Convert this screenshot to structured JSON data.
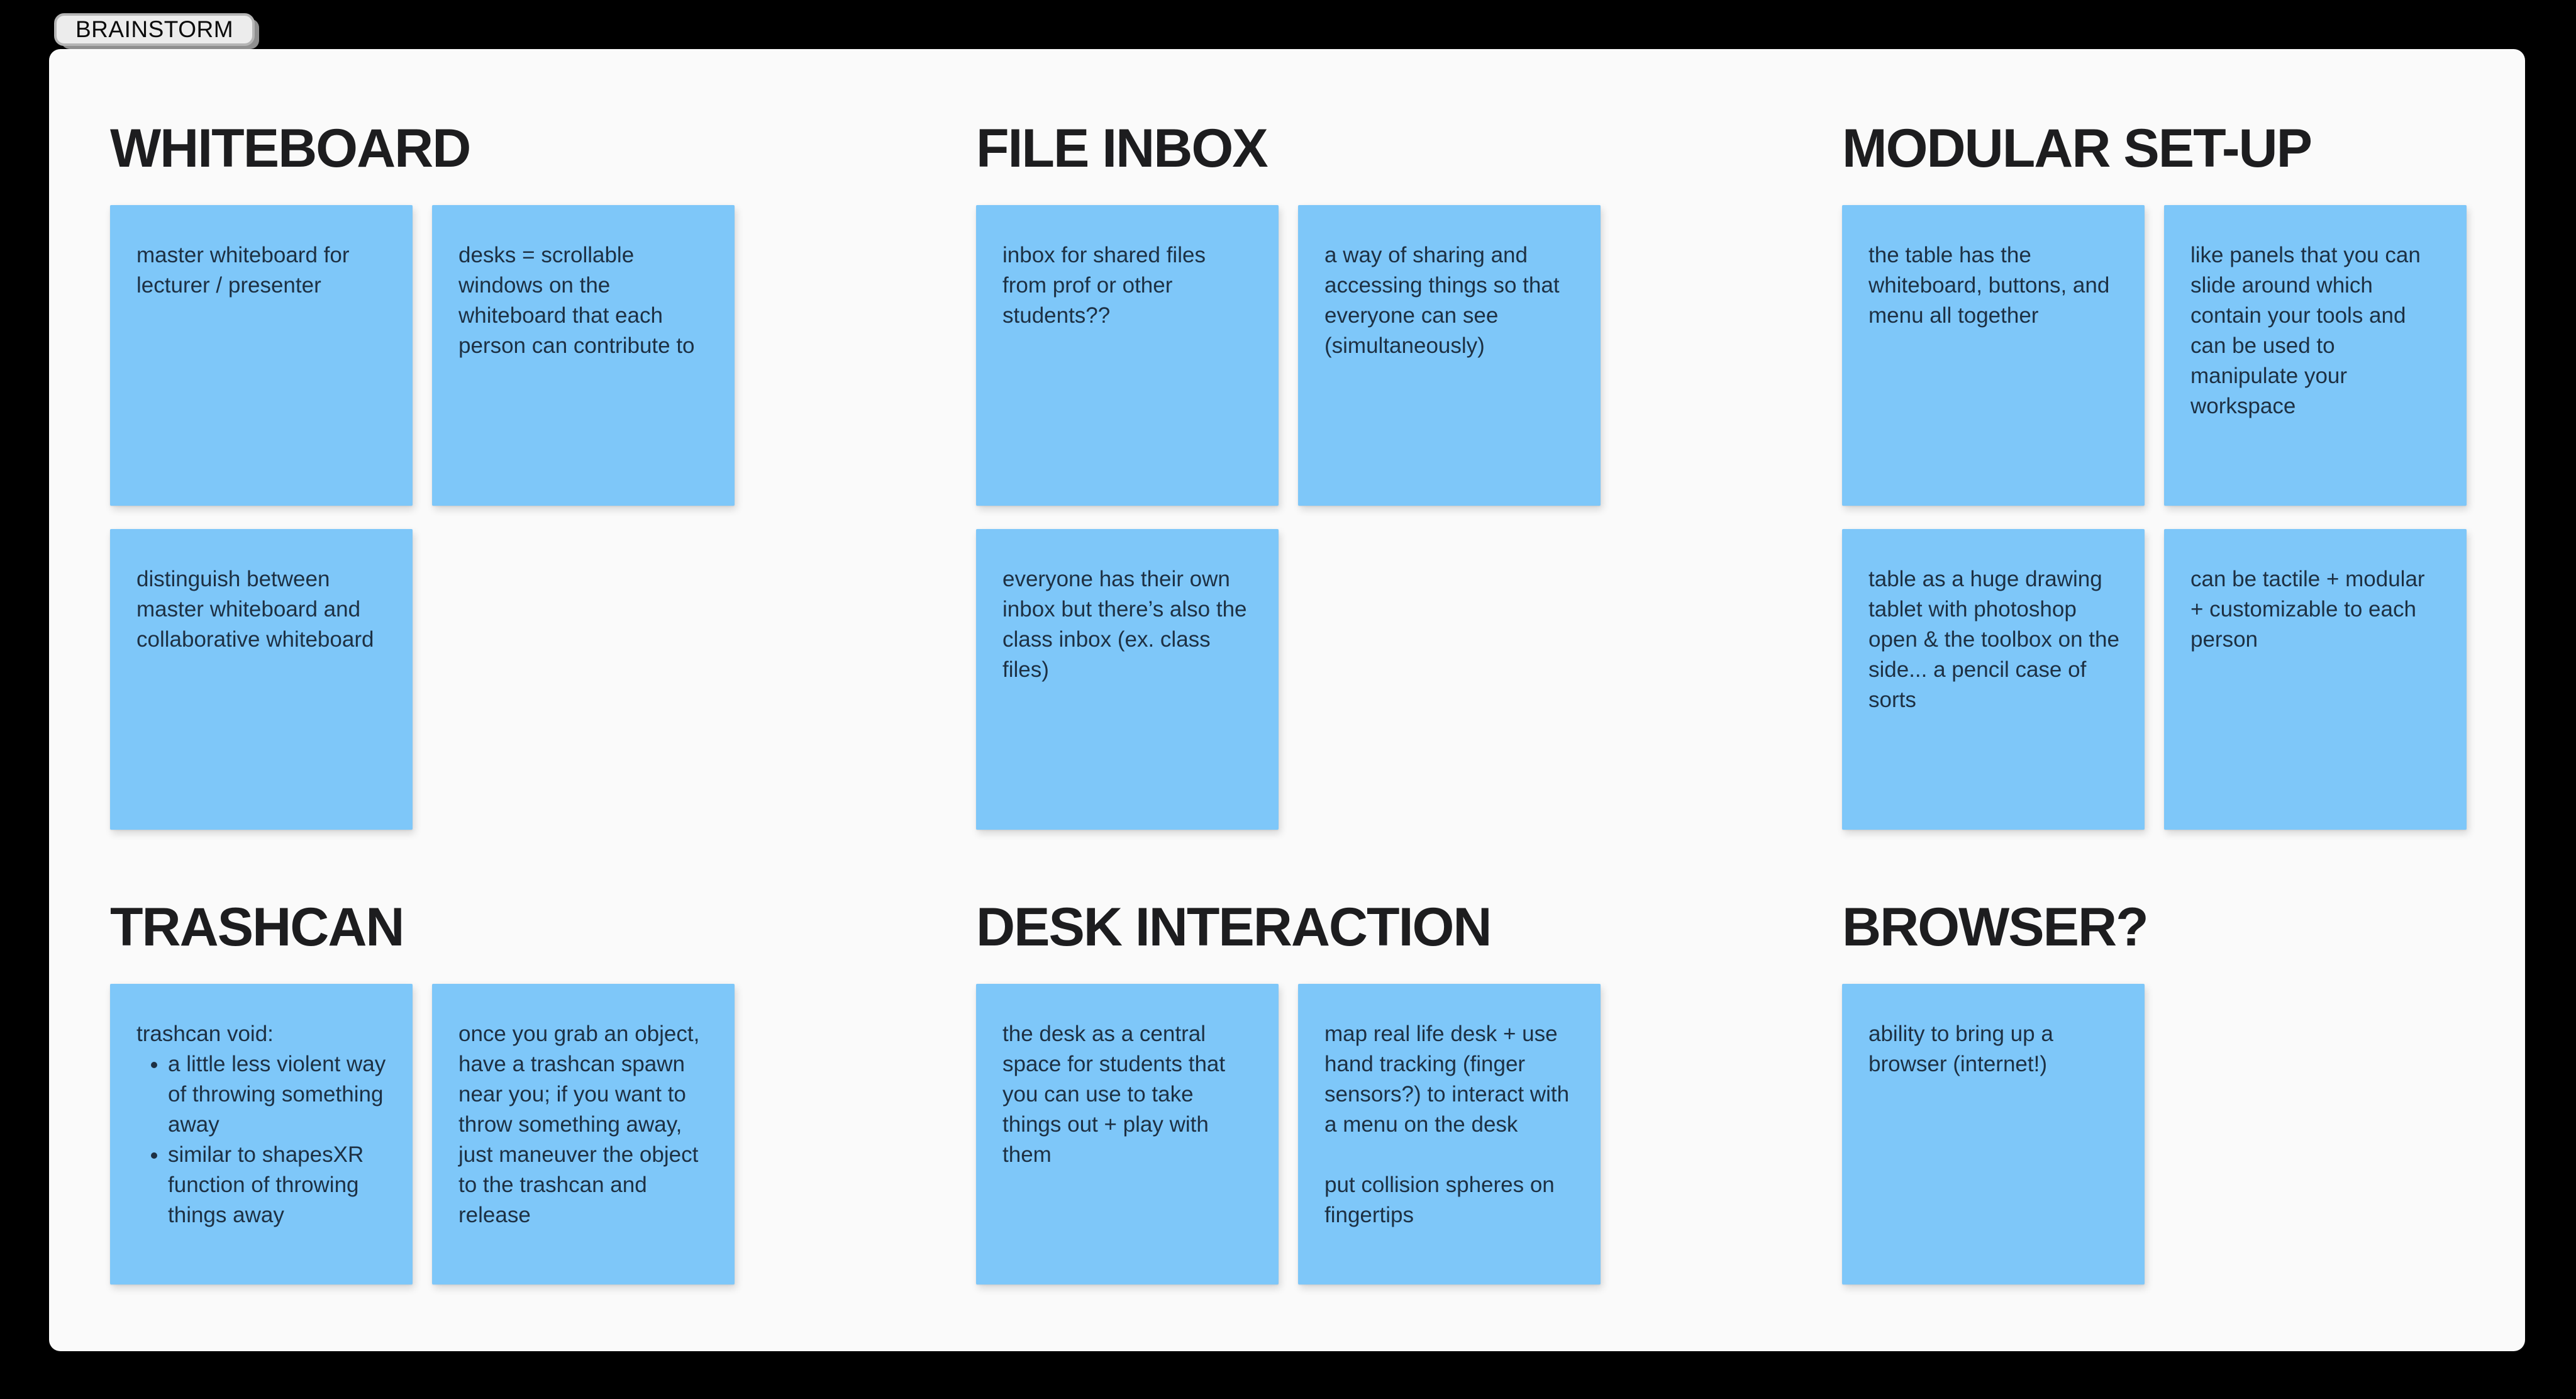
{
  "tab": {
    "label": "BRAINSTORM"
  },
  "board": {
    "background_color": "#fafafa",
    "outer_background_color": "#000000",
    "sticky_color": "#7ec7f9",
    "sticky_text_color": "#1d3043",
    "heading_color": "#1d1d1f",
    "sections": [
      {
        "id": "whiteboard",
        "title": "WHITEBOARD",
        "col": 0,
        "band": 0,
        "note_rows": [
          [
            {
              "text": "master whiteboard for lecturer / presenter"
            },
            {
              "text": "desks = scrollable windows on the whiteboard that each person can contribute to"
            }
          ],
          [
            {
              "text": "distinguish between master whiteboard and collaborative whiteboard"
            }
          ]
        ]
      },
      {
        "id": "file-inbox",
        "title": "FILE INBOX",
        "col": 1,
        "band": 0,
        "note_rows": [
          [
            {
              "text": "inbox for shared files from prof or other students??"
            },
            {
              "text": "a way of sharing and accessing things so that everyone can see (simultaneously)"
            }
          ],
          [
            {
              "text": "everyone has their own inbox but there’s also the class inbox (ex. class files)"
            }
          ]
        ]
      },
      {
        "id": "modular-set-up",
        "title": "MODULAR SET-UP",
        "col": 2,
        "band": 0,
        "note_rows": [
          [
            {
              "text": "the table has the whiteboard, buttons, and menu all together"
            },
            {
              "text": "like panels that you can slide around which contain your tools and can be used to manipulate your workspace"
            }
          ],
          [
            {
              "text": "table as a huge drawing tablet with photoshop open & the toolbox on the side... a pencil case of sorts"
            },
            {
              "text": "can be tactile + modular + customizable to each person"
            }
          ]
        ]
      },
      {
        "id": "trashcan",
        "title": "TRASHCAN",
        "col": 0,
        "band": 1,
        "note_rows": [
          [
            {
              "intro": "trashcan void:",
              "bullets": [
                "a little less violent way of throwing something away",
                "similar to shapesXR function of throwing things away"
              ]
            },
            {
              "text": "once you grab an object, have a trashcan spawn near you; if you want to throw something away, just maneuver the object to the trashcan and release"
            }
          ]
        ]
      },
      {
        "id": "desk-interaction",
        "title": "DESK INTERACTION",
        "col": 1,
        "band": 1,
        "note_rows": [
          [
            {
              "text": "the desk as a central space for students that you can use to take things out + play with them"
            },
            {
              "text": "map real life desk + use hand tracking (finger sensors?) to interact with a menu on the desk\n\nput collision spheres on fingertips"
            }
          ]
        ]
      },
      {
        "id": "browser",
        "title": "BROWSER?",
        "col": 2,
        "band": 1,
        "note_rows": [
          [
            {
              "text": "ability to bring up a browser (internet!)"
            }
          ]
        ]
      }
    ]
  }
}
